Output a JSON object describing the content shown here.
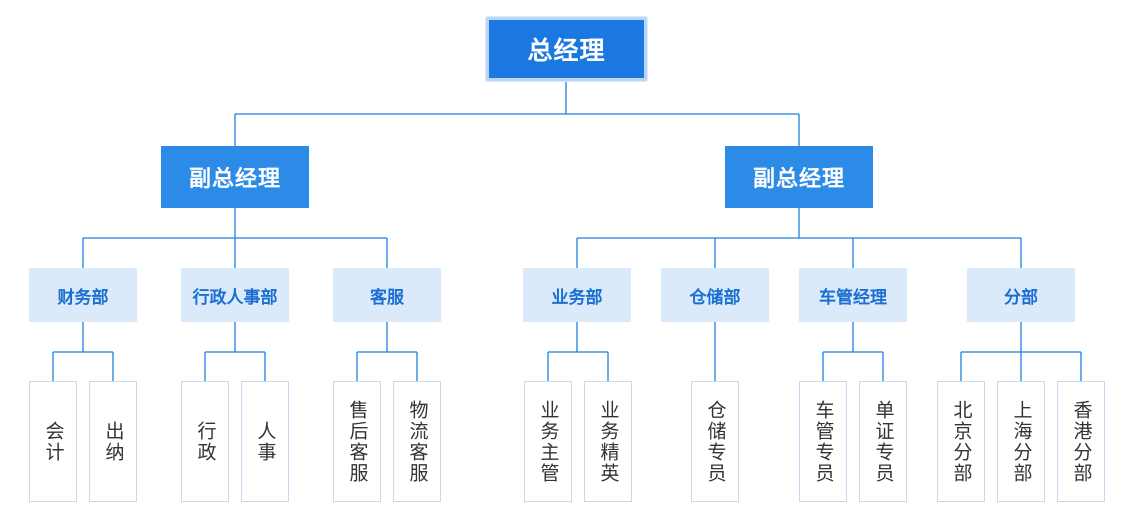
{
  "colors": {
    "ceo_fill": "#1a78e0",
    "vp_fill": "#2c8be6",
    "dept_fill": "#dbeafa",
    "dept_text": "#1a6fd0",
    "line": "#1f7fe0",
    "leaf_border": "#c7daef"
  },
  "ceo": {
    "label": "总经理"
  },
  "vps": [
    {
      "label": "副总经理"
    },
    {
      "label": "副总经理"
    }
  ],
  "departments": [
    {
      "label": "财务部",
      "children": [
        "会计",
        "出纳"
      ]
    },
    {
      "label": "行政人事部",
      "children": [
        "行政",
        "人事"
      ]
    },
    {
      "label": "客服",
      "children": [
        "售后客服",
        "物流客服"
      ]
    },
    {
      "label": "业务部",
      "children": [
        "业务主管",
        "业务精英"
      ]
    },
    {
      "label": "仓储部",
      "children": [
        "仓储专员"
      ]
    },
    {
      "label": "车管经理",
      "children": [
        "车管专员",
        "单证专员"
      ]
    },
    {
      "label": "分部",
      "children": [
        "北京分部",
        "上海分部",
        "香港分部"
      ]
    }
  ]
}
